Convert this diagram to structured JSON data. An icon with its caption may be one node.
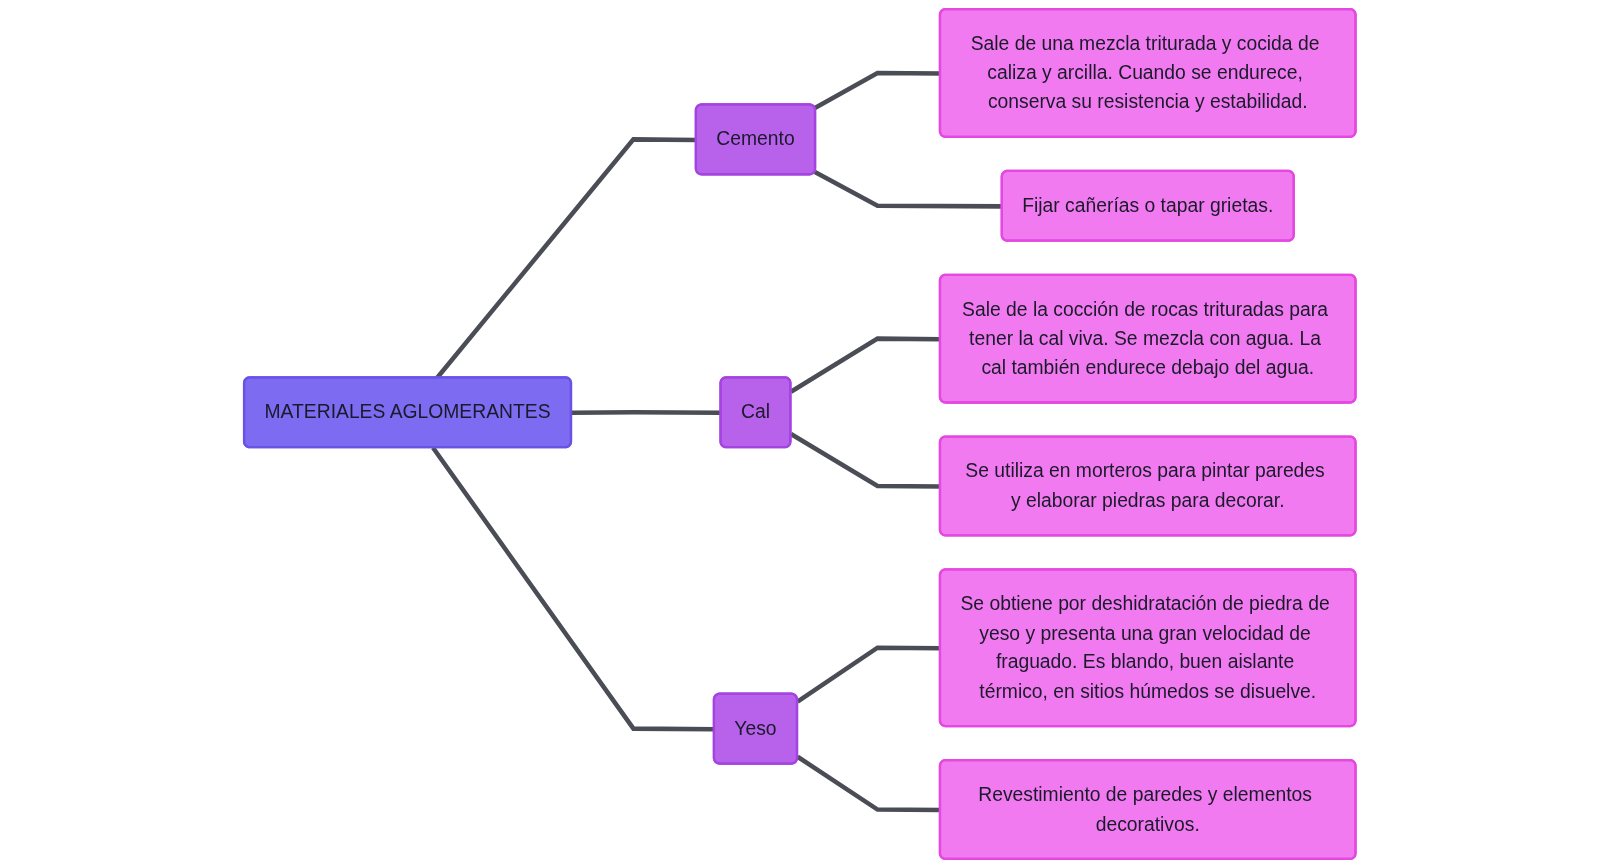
{
  "diagram": {
    "nodes": [
      {
        "text": [
          "MATERIALES AGLOMERANTES"
        ]
      },
      {
        "text": [
          "Cemento"
        ]
      },
      {
        "text": [
          "Sale de una mezcla triturada y cocida de caliza y arcilla. Cuando se endurece, conserva su resistencia y estabilidad."
        ]
      },
      {
        "text": [
          "Fijar cañerías o tapar grietas."
        ]
      },
      {
        "text": [
          "Cal"
        ]
      },
      {
        "text": [
          "Sale de la cocción de rocas trituradas para tener la cal viva. Se mezcla con agua. La cal también endurece debajo del agua."
        ]
      },
      {
        "text": [
          "Se utiliza en morteros para pintar paredes y elaborar piedras para decorar."
        ]
      },
      {
        "text": [
          "Yeso"
        ]
      },
      {
        "text": [
          "Se obtiene por deshidratación de piedra de yeso y presenta una gran velocidad de fraguado. Es blando, buen aislante térmico, en sitios húmedos se disuelve."
        ]
      },
      {
        "text": [
          "Revestimiento de paredes y elementos decorativos."
        ]
      }
    ],
    "edges": [
      {
        "from": 0,
        "to": 1,
        "arrow": "none"
      },
      {
        "from": 1,
        "to": 2,
        "arrow": "none"
      },
      {
        "from": 1,
        "to": 3,
        "arrow": "none"
      },
      {
        "from": 0,
        "to": 4,
        "arrow": "none"
      },
      {
        "from": 4,
        "to": 5,
        "arrow": "none"
      },
      {
        "from": 4,
        "to": 6,
        "arrow": "none"
      },
      {
        "from": 0,
        "to": 7,
        "arrow": "none"
      },
      {
        "from": 7,
        "to": 8,
        "arrow": "none"
      },
      {
        "from": 7,
        "to": 9,
        "arrow": "none"
      }
    ]
  }
}
